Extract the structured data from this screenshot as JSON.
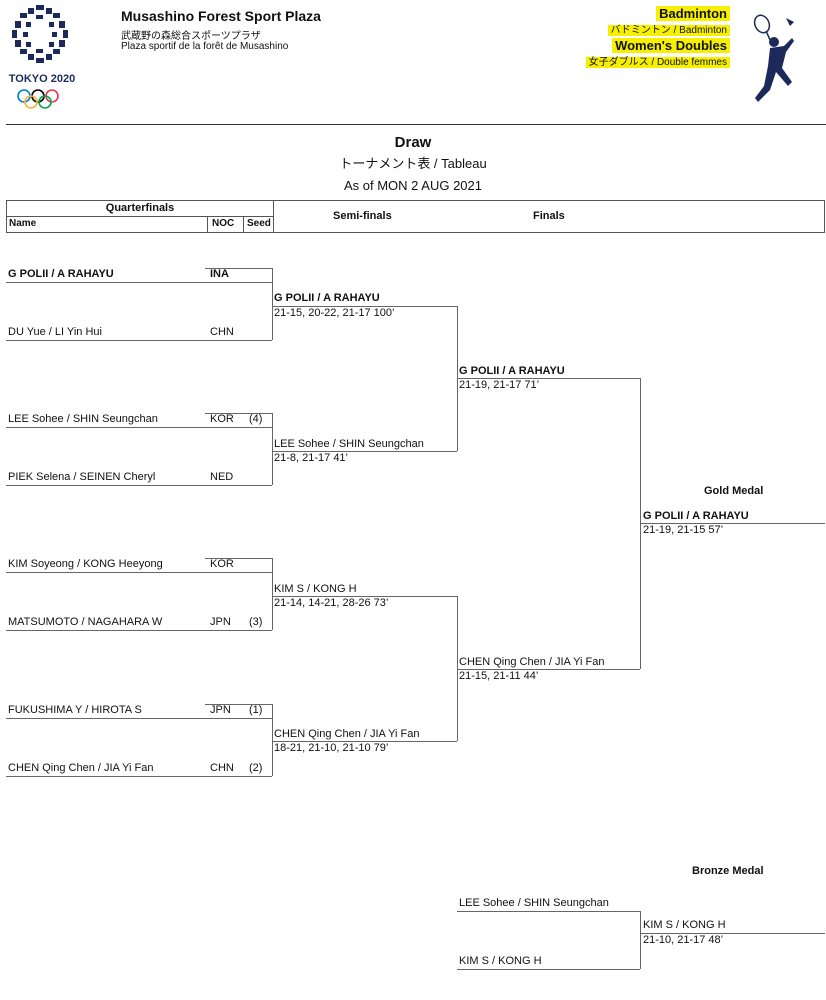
{
  "header": {
    "venue_en": "Musashino Forest Sport Plaza",
    "venue_jp": "武蔵野の森総合スポーツプラザ",
    "venue_fr": "Plaza sportif de la forêt de Musashino",
    "sport": "Badminton",
    "sport_sub": "バドミントン / Badminton",
    "event": "Women's Doubles",
    "event_sub": "女子ダブルス / Double femmes",
    "logo_text": "TOKYO 2020",
    "highlight_color": "#f6f000",
    "pictogram": "badminton-player-icon"
  },
  "draw": {
    "title": "Draw",
    "subtitle": "トーナメント表 / Tableau",
    "as_of": "As of MON 2 AUG 2021"
  },
  "columns": {
    "quarterfinals": "Quarterfinals",
    "name": "Name",
    "noc": "NOC",
    "seed": "Seed",
    "semifinals": "Semi-finals",
    "finals": "Finals"
  },
  "quarterfinals": [
    {
      "name": "G POLII / A RAHAYU",
      "noc": "INA",
      "seed": ""
    },
    {
      "name": "DU Yue / LI Yin Hui",
      "noc": "CHN",
      "seed": ""
    },
    {
      "name": "LEE Sohee / SHIN Seungchan",
      "noc": "KOR",
      "seed": "(4)"
    },
    {
      "name": "PIEK Selena / SEINEN Cheryl",
      "noc": "NED",
      "seed": ""
    },
    {
      "name": "KIM Soyeong / KONG Heeyong",
      "noc": "KOR",
      "seed": ""
    },
    {
      "name": "MATSUMOTO / NAGAHARA W",
      "noc": "JPN",
      "seed": "(3)"
    },
    {
      "name": "FUKUSHIMA Y / HIROTA S",
      "noc": "JPN",
      "seed": "(1)"
    },
    {
      "name": "CHEN Qing Chen / JIA Yi Fan",
      "noc": "CHN",
      "seed": "(2)"
    }
  ],
  "semifinals": [
    {
      "winner": "G POLII / A RAHAYU",
      "score": "21-15, 20-22, 21-17  100’"
    },
    {
      "winner": "LEE Sohee / SHIN Seungchan",
      "score": "21-8, 21-17  41’"
    },
    {
      "winner": "KIM S / KONG H",
      "score": "21-14, 14-21, 28-26  73’"
    },
    {
      "winner": "CHEN Qing Chen / JIA Yi Fan",
      "score": "18-21, 21-10, 21-10  79’"
    }
  ],
  "finals": [
    {
      "winner": "G POLII / A RAHAYU",
      "score": "21-19, 21-17  71’"
    },
    {
      "winner": "CHEN Qing Chen / JIA Yi Fan",
      "score": "21-15, 21-11  44’"
    }
  ],
  "gold": {
    "label": "Gold Medal",
    "winner": "G POLII / A RAHAYU",
    "score": "21-19, 21-15  57’"
  },
  "bronze": {
    "label": "Bronze Medal",
    "player1": "LEE Sohee / SHIN Seungchan",
    "player2": "KIM S / KONG H",
    "winner": "KIM S / KONG H",
    "score": "21-10, 21-17  48’"
  }
}
